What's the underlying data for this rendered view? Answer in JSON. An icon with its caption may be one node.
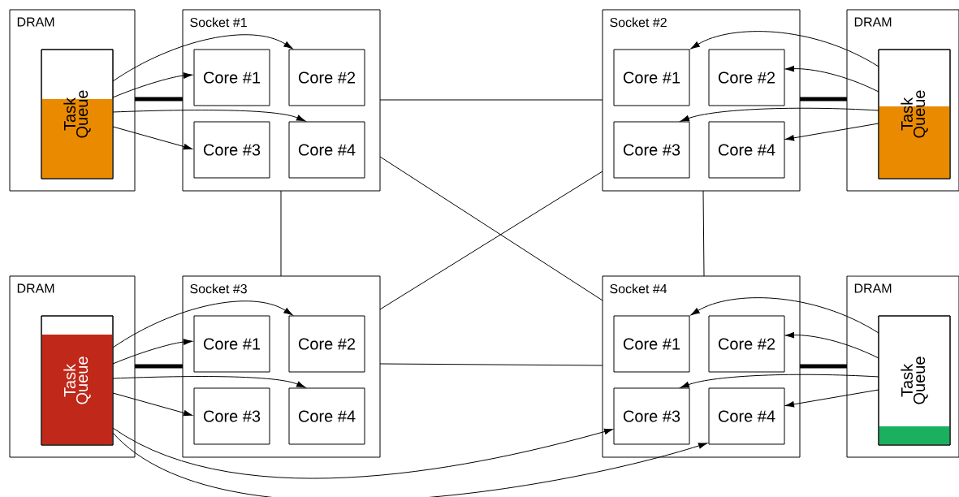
{
  "diagram": {
    "nodes": [
      {
        "text": [
          "DRAM"
        ]
      },
      {
        "text": [
          "Task Queue"
        ],
        "in": 0
      },
      {
        "text": [
          "Socket #1"
        ]
      },
      {
        "text": [
          "Core #1"
        ],
        "in": 2
      },
      {
        "text": [
          "Core #2"
        ],
        "in": 2
      },
      {
        "text": [
          "Core #3"
        ],
        "in": 2
      },
      {
        "text": [
          "Core #4"
        ],
        "in": 2
      },
      {
        "text": [
          "Socket #2"
        ]
      },
      {
        "text": [
          "Core #1"
        ],
        "in": 7
      },
      {
        "text": [
          "Core #2"
        ],
        "in": 7
      },
      {
        "text": [
          "Core #3"
        ],
        "in": 7
      },
      {
        "text": [
          "Core #4"
        ],
        "in": 7
      },
      {
        "text": [
          "DRAM"
        ]
      },
      {
        "text": [
          "Task Queue"
        ],
        "in": 12
      },
      {
        "text": [
          "DRAM"
        ]
      },
      {
        "text": [
          "Task Queue"
        ],
        "in": 14
      },
      {
        "text": [
          "Socket #3"
        ]
      },
      {
        "text": [
          "Core #1"
        ],
        "in": 16
      },
      {
        "text": [
          "Core #2"
        ],
        "in": 16
      },
      {
        "text": [
          "Core #3"
        ],
        "in": 16
      },
      {
        "text": [
          "Core #4"
        ],
        "in": 16
      },
      {
        "text": [
          "Socket #4"
        ]
      },
      {
        "text": [
          "Core #1"
        ],
        "in": 21
      },
      {
        "text": [
          "Core #2"
        ],
        "in": 21
      },
      {
        "text": [
          "Core #3"
        ],
        "in": 21
      },
      {
        "text": [
          "Core #4"
        ],
        "in": 21
      },
      {
        "text": [
          "DRAM"
        ]
      },
      {
        "text": [
          "Task Queue"
        ],
        "in": 26
      }
    ],
    "edges": [
      {
        "from": 0,
        "to": 2,
        "arrow": "none",
        "style": "thick"
      },
      {
        "from": 12,
        "to": 7,
        "arrow": "none",
        "style": "thick"
      },
      {
        "from": 14,
        "to": 16,
        "arrow": "none",
        "style": "thick"
      },
      {
        "from": 26,
        "to": 21,
        "arrow": "none",
        "style": "thick"
      },
      {
        "from": 2,
        "to": 7,
        "arrow": "none"
      },
      {
        "from": 2,
        "to": 16,
        "arrow": "none"
      },
      {
        "from": 2,
        "to": 21,
        "arrow": "none"
      },
      {
        "from": 7,
        "to": 16,
        "arrow": "none"
      },
      {
        "from": 7,
        "to": 21,
        "arrow": "none"
      },
      {
        "from": 16,
        "to": 21,
        "arrow": "none"
      },
      {
        "from": 1,
        "to": 4,
        "arrow": "to"
      },
      {
        "from": 1,
        "to": 3,
        "arrow": "to"
      },
      {
        "from": 1,
        "to": 6,
        "arrow": "to"
      },
      {
        "from": 1,
        "to": 5,
        "arrow": "to"
      },
      {
        "from": 13,
        "to": 8,
        "arrow": "to"
      },
      {
        "from": 13,
        "to": 9,
        "arrow": "to"
      },
      {
        "from": 13,
        "to": 10,
        "arrow": "to"
      },
      {
        "from": 13,
        "to": 11,
        "arrow": "to"
      },
      {
        "from": 15,
        "to": 18,
        "arrow": "to"
      },
      {
        "from": 15,
        "to": 17,
        "arrow": "to"
      },
      {
        "from": 15,
        "to": 20,
        "arrow": "to"
      },
      {
        "from": 15,
        "to": 19,
        "arrow": "to"
      },
      {
        "from": 15,
        "to": 24,
        "arrow": "to"
      },
      {
        "from": 15,
        "to": 25,
        "arrow": "to"
      },
      {
        "from": 27,
        "to": 22,
        "arrow": "to"
      },
      {
        "from": 27,
        "to": 23,
        "arrow": "to"
      },
      {
        "from": 27,
        "to": 24,
        "arrow": "to"
      },
      {
        "from": 27,
        "to": 25,
        "arrow": "to"
      }
    ]
  }
}
